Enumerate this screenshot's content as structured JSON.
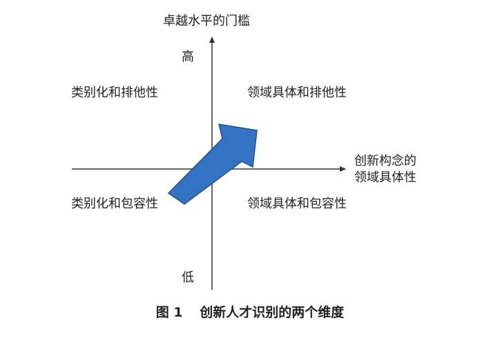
{
  "y_axis": {
    "title": "卓越水平的门槛",
    "high_label": "高",
    "low_label": "低"
  },
  "x_axis": {
    "title_line1": "创新构念的",
    "title_line2": "领域具体性"
  },
  "quadrants": {
    "top_left": "类别化和排他性",
    "top_right": "领域具体和排他性",
    "bottom_left": "类别化和包容性",
    "bottom_right": "领域具体和包容性"
  },
  "arrow": {
    "color": "#3373c4",
    "stroke": "#1f4f8f",
    "direction": "bottom-left to top-right"
  },
  "axis_color": "#333333",
  "caption": {
    "figure_number": "图 1",
    "title": "创新人才识别的两个维度"
  }
}
